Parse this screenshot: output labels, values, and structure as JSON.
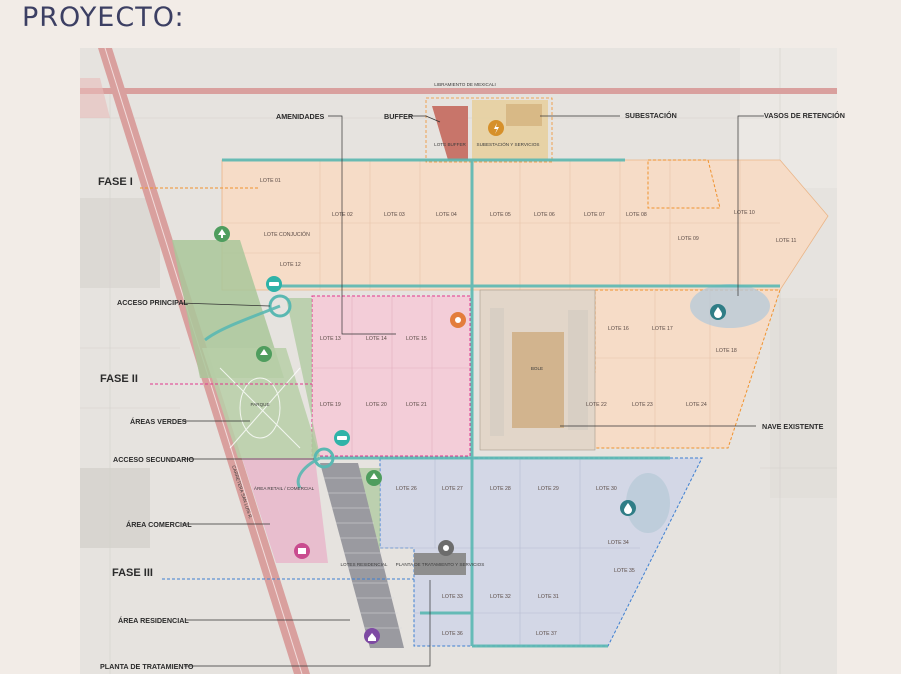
{
  "title": "PROYECTO:",
  "road_label_top": "LIBRAMIENTO DE MEXICALI",
  "road_label_side": "CARRETERA SAN LUIS R.",
  "phases": [
    {
      "label": "FASE I",
      "color": "#f0922e"
    },
    {
      "label": "FASE II",
      "color": "#e0378e"
    },
    {
      "label": "FASE III",
      "color": "#3d7fd1"
    }
  ],
  "callouts": {
    "amenidades": "AMENIDADES",
    "buffer": "BUFFER",
    "subestacion": "SUBESTACIÓN",
    "vasos": "VASOS DE RETENCIÓN",
    "acceso_principal": "ACCESO PRINCIPAL",
    "areas_verdes": "ÁREAS VERDES",
    "acceso_secundario": "ACCESO SECUNDARIO",
    "area_comercial": "ÁREA COMERCIAL",
    "area_residencial": "ÁREA RESIDENCIAL",
    "planta": "PLANTA DE TRATAMIENTO",
    "nave": "NAVE EXISTENTE"
  },
  "inner_labels": {
    "buffer": "LOTE BUFFER",
    "subestacion": "SUBESTACIÓN Y SERVICIOS",
    "parque": "PARQUE",
    "retail": "ÁREA RETAIL / COMERCIAL",
    "bole": "BOLE",
    "planta": "PLANTA DE TRATAMIENTO Y SERVICIOS",
    "residencial": "LOTES RESIDENCIAL"
  },
  "lots": [
    {
      "label": "LOTE 01"
    },
    {
      "label": "LOTE 02"
    },
    {
      "label": "LOTE 03"
    },
    {
      "label": "LOTE 04"
    },
    {
      "label": "LOTE 05"
    },
    {
      "label": "LOTE 06"
    },
    {
      "label": "LOTE 07"
    },
    {
      "label": "LOTE 08"
    },
    {
      "label": "LOTE 09"
    },
    {
      "label": "LOTE 10"
    },
    {
      "label": "LOTE 11"
    },
    {
      "label": "LOTE CONJUCIÓN"
    },
    {
      "label": "LOTE 12"
    },
    {
      "label": "LOTE 13"
    },
    {
      "label": "LOTE 14"
    },
    {
      "label": "LOTE 15"
    },
    {
      "label": "LOTE 16"
    },
    {
      "label": "LOTE 17"
    },
    {
      "label": "LOTE 18"
    },
    {
      "label": "LOTE 19"
    },
    {
      "label": "LOTE 20"
    },
    {
      "label": "LOTE 21"
    },
    {
      "label": "LOTE 22"
    },
    {
      "label": "LOTE 23"
    },
    {
      "label": "LOTE 24"
    },
    {
      "label": "LOTE 26"
    },
    {
      "label": "LOTE 27"
    },
    {
      "label": "LOTE 28"
    },
    {
      "label": "LOTE 29"
    },
    {
      "label": "LOTE 30"
    },
    {
      "label": "LOTE 34"
    },
    {
      "label": "LOTE 35"
    },
    {
      "label": "LOTE 33"
    },
    {
      "label": "LOTE 32"
    },
    {
      "label": "LOTE 31"
    },
    {
      "label": "LOTE 36"
    },
    {
      "label": "LOTE 37"
    }
  ],
  "colors": {
    "fase1_fill": "#f6dcc7",
    "fase2_fill": "#f3cdd8",
    "fase3_fill": "#d3d7e6",
    "green": "#a9c79a",
    "road": "#d99a98",
    "water": "#b9cbd8",
    "teal": "#5ab8b2"
  },
  "icons": [
    "park-icon",
    "car-icon",
    "tree-icon",
    "drop-icon",
    "power-icon",
    "gear-icon",
    "home-icon",
    "shop-icon"
  ]
}
